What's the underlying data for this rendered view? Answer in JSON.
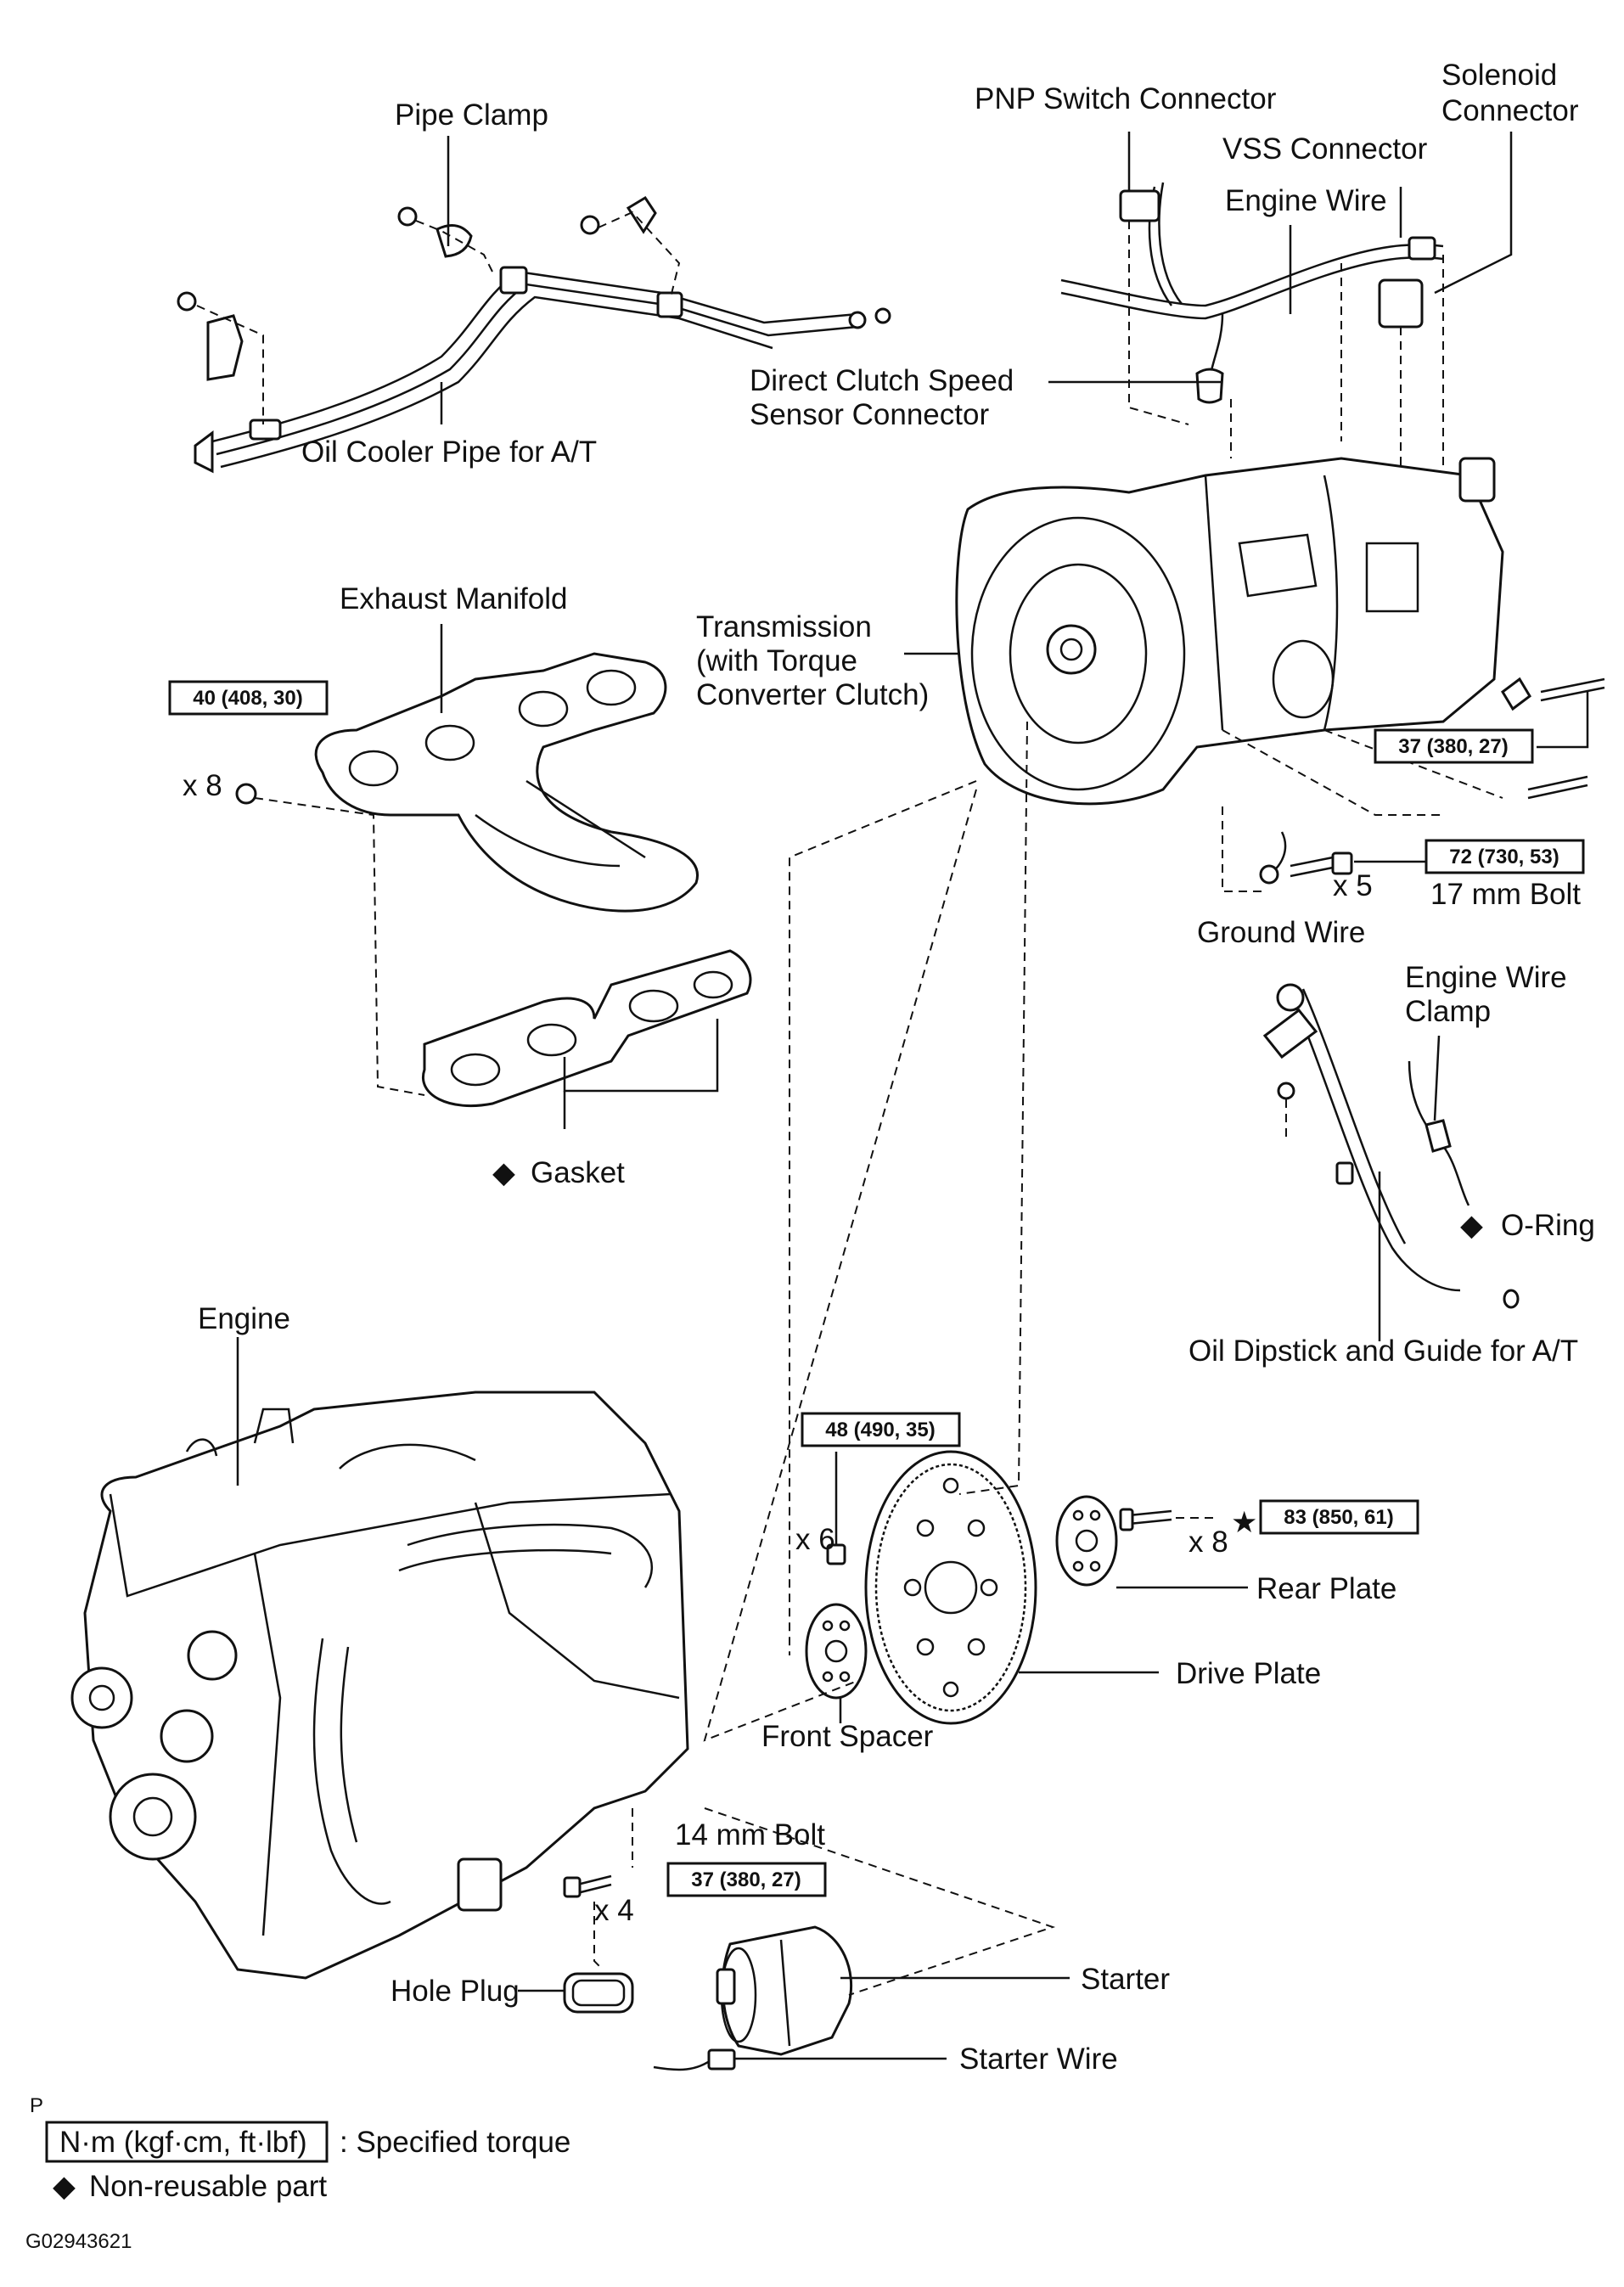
{
  "labels": {
    "pipe_clamp": "Pipe Clamp",
    "oil_cooler_pipe": "Oil Cooler Pipe for A/T",
    "pnp_switch_connector": "PNP Switch Connector",
    "solenoid_connector_line1": "Solenoid",
    "solenoid_connector_line2": "Connector",
    "vss_connector": "VSS Connector",
    "engine_wire": "Engine Wire",
    "direct_clutch_line1": "Direct Clutch Speed",
    "direct_clutch_line2": "Sensor Connector",
    "exhaust_manifold": "Exhaust Manifold",
    "transmission_line1": "Transmission",
    "transmission_line2": "(with Torque",
    "transmission_line3": "Converter Clutch)",
    "gasket": "Gasket",
    "ground_wire": "Ground Wire",
    "bolt_17mm": "17 mm Bolt",
    "engine_wire_clamp_line1": "Engine Wire",
    "engine_wire_clamp_line2": "Clamp",
    "o_ring": "O-Ring",
    "oil_dipstick": "Oil Dipstick and Guide for A/T",
    "engine": "Engine",
    "rear_plate": "Rear Plate",
    "drive_plate": "Drive Plate",
    "front_spacer": "Front Spacer",
    "bolt_14mm": "14 mm Bolt",
    "starter": "Starter",
    "starter_wire": "Starter Wire",
    "hole_plug": "Hole Plug"
  },
  "quantities": {
    "manifold_nuts": "x 8",
    "ground_bolts": "x 5",
    "drive_plate_bolts": "x 6",
    "rear_plate_bolts": "x 8",
    "bolt_14mm": "x 4"
  },
  "torques": {
    "manifold": "40 (408, 30)",
    "transmission_bracket": "37 (380, 27)",
    "bolt_17mm": "72 (730, 53)",
    "drive_plate": "48 (490, 35)",
    "rear_plate": "83 (850, 61)",
    "bolt_14mm": "37 (380, 27)"
  },
  "symbols": {
    "non_reusable": "◆",
    "star": "★"
  },
  "legend": {
    "page_marker": "P",
    "torque_units": "N·m (kgf·cm, ft·lbf)",
    "torque_desc": ": Specified torque",
    "non_reusable_desc": "Non-reusable part"
  },
  "figure_id": "G02943621"
}
